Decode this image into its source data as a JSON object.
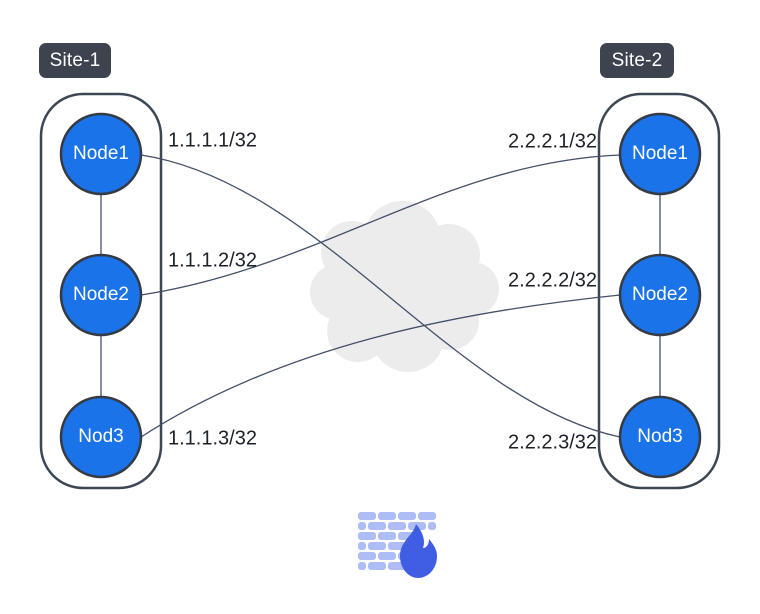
{
  "sites": [
    {
      "label": "Site-1",
      "nodes": [
        {
          "label": "Node1",
          "ip": "1.1.1.1/32"
        },
        {
          "label": "Node2",
          "ip": "1.1.1.2/32"
        },
        {
          "label": "Nod3",
          "ip": "1.1.1.3/32"
        }
      ]
    },
    {
      "label": "Site-2",
      "nodes": [
        {
          "label": "Node1",
          "ip": "2.2.2.1/32"
        },
        {
          "label": "Node2",
          "ip": "2.2.2.2/32"
        },
        {
          "label": "Nod3",
          "ip": "2.2.2.3/32"
        }
      ]
    }
  ],
  "links": [
    {
      "from": "Site-1/Node1",
      "to": "Site-2/Nod3"
    },
    {
      "from": "Site-1/Node2",
      "to": "Site-2/Node1"
    },
    {
      "from": "Site-1/Nod3",
      "to": "Site-2/Node2"
    }
  ],
  "icons": {
    "cloud": "cloud",
    "firewall": "firewall"
  },
  "colors": {
    "node_fill": "#1a73e8",
    "node_border": "#343b46",
    "site_badge_bg": "#3d4450",
    "container_border": "#3d4654",
    "link_line": "#43506a",
    "cloud_fill": "#ececec",
    "firewall_brick": "#aebdf6",
    "firewall_flame": "#3f5ee3",
    "label_text": "#1c2128"
  }
}
